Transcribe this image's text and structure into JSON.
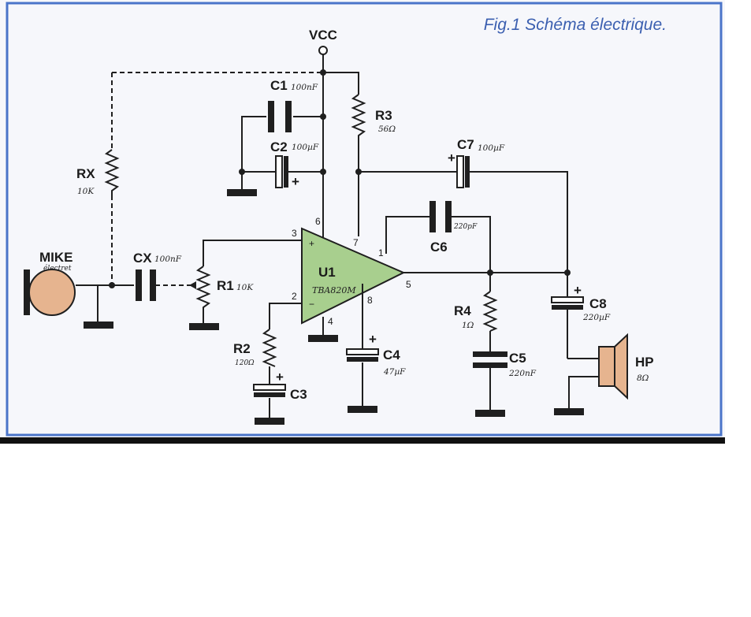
{
  "title": "Fig.1 Schéma électrique.",
  "colors": {
    "frame": "#4a74c9",
    "title": "#3b5fb0",
    "opamp": "#a8cf8e",
    "mic": "#e6b48f",
    "speaker": "#e6b48f"
  },
  "supply": "VCC",
  "ic": {
    "ref": "U1",
    "part": "TBA820M",
    "pins": [
      "3",
      "2",
      "6",
      "7",
      "1",
      "5",
      "8",
      "4"
    ],
    "plus": "+",
    "minus": "−"
  },
  "components": {
    "rx": {
      "ref": "RX",
      "value": "10K"
    },
    "c1": {
      "ref": "C1",
      "value": "100nF"
    },
    "c2": {
      "ref": "C2",
      "value": "100µF"
    },
    "r3": {
      "ref": "R3",
      "value": "56Ω"
    },
    "c7": {
      "ref": "C7",
      "value": "100µF"
    },
    "c6": {
      "ref": "C6",
      "value": "220pF"
    },
    "mic": {
      "ref": "MIKE",
      "value": "électret"
    },
    "cx": {
      "ref": "CX",
      "value": "100nF"
    },
    "r1": {
      "ref": "R1",
      "value": "10K"
    },
    "r2": {
      "ref": "R2",
      "value": "120Ω"
    },
    "c3": {
      "ref": "C3",
      "value": ""
    },
    "c4": {
      "ref": "C4",
      "value": "47µF"
    },
    "r4": {
      "ref": "R4",
      "value": "1Ω"
    },
    "c5": {
      "ref": "C5",
      "value": "220nF"
    },
    "c8": {
      "ref": "C8",
      "value": "220µF"
    },
    "hp": {
      "ref": "HP",
      "value": "8Ω"
    }
  },
  "polarity_mark": "+"
}
